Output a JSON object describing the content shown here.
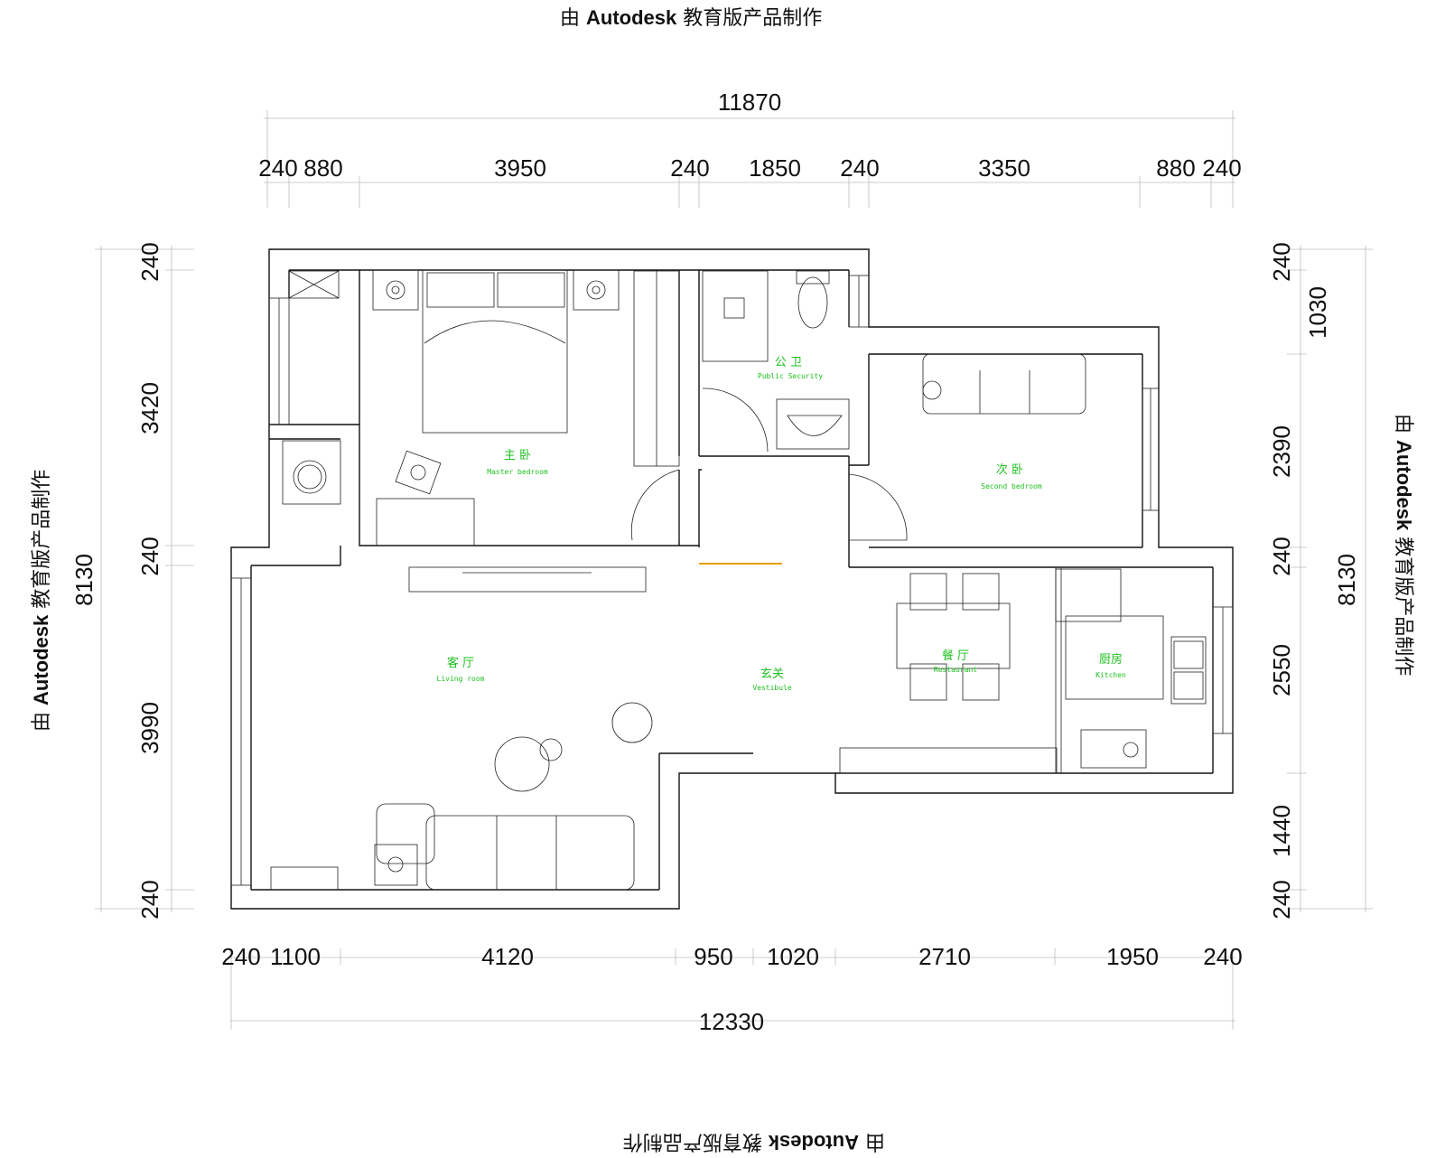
{
  "watermark": {
    "prefix": "由 ",
    "brand": "Autodesk",
    "suffix": " 教育版产品制作"
  },
  "dimensions": {
    "top_total": "11870",
    "top_segments": [
      "240",
      "880",
      "3950",
      "240",
      "1850",
      "240",
      "3350",
      "880",
      "240"
    ],
    "bottom_total": "12330",
    "bottom_segments": [
      "240",
      "1100",
      "4120",
      "950",
      "1020",
      "2710",
      "1950",
      "240"
    ],
    "left_total": "8130",
    "left_segments": [
      "240",
      "3420",
      "240",
      "3990",
      "240"
    ],
    "right_total": "8130",
    "right_segments": [
      "240",
      "1030",
      "2390",
      "240",
      "2550",
      "1440",
      "240"
    ]
  },
  "rooms": {
    "master_bedroom": {
      "cn": "主 卧",
      "en": "Master bedroom"
    },
    "public_bathroom": {
      "cn": "公 卫",
      "en": "Public Security"
    },
    "second_bedroom": {
      "cn": "次 卧",
      "en": "Second bedroom"
    },
    "living_room": {
      "cn": "客 厅",
      "en": "Living room"
    },
    "vestibule": {
      "cn": "玄关",
      "en": "Vestibule"
    },
    "restaurant": {
      "cn": "餐 厅",
      "en": "Restaurant"
    },
    "kitchen": {
      "cn": "厨房",
      "en": "Kitchen"
    }
  },
  "colors": {
    "label": "#1ec01e",
    "lines": "#111111"
  }
}
